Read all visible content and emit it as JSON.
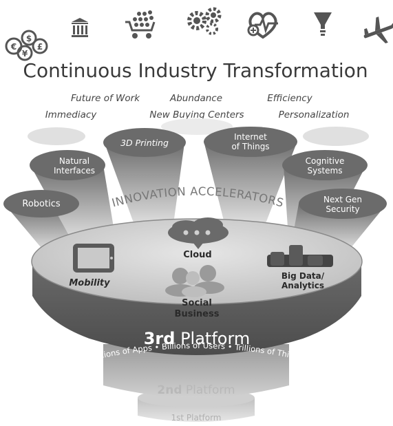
{
  "title": "Continuous Industry Transformation",
  "icons": [
    "currency-icon",
    "bank-icon",
    "shopping-cart-icon",
    "gears-icon",
    "health-heart-icon",
    "lightbulb-icon",
    "airplane-icon"
  ],
  "trends": {
    "future_of_work": "Future of Work",
    "abundance": "Abundance",
    "efficiency": "Efficiency",
    "immediacy": "Immediacy",
    "new_buying_centers": "New Buying Centers",
    "personalization": "Personalization"
  },
  "accelerators_banner": "INNOVATION ACCELERATORS",
  "accelerators": {
    "robotics": "Robotics",
    "natural_interfaces_1": "Natural",
    "natural_interfaces_2": "Interfaces",
    "printing_3d": "3D Printing",
    "iot_1": "Internet",
    "iot_2": "of Things",
    "cognitive_1": "Cognitive",
    "cognitive_2": "Systems",
    "security_1": "Next Gen",
    "security_2": "Security"
  },
  "pillars": {
    "mobility": "Mobility",
    "cloud": "Cloud",
    "big_data_1": "Big Data/",
    "big_data_2": "Analytics",
    "social_1": "Social",
    "social_2": "Business"
  },
  "platform3": {
    "bold": "3rd",
    "rest": "Platform",
    "subtitle": "Millions of Apps • Billions of Users • Trillions of Things"
  },
  "platform2": {
    "bold": "2nd",
    "rest": "Platform"
  },
  "platform1": {
    "label": "1st Platform"
  },
  "colors": {
    "ink": "#3a3a3a",
    "dark_band": "#5a5a5a",
    "mid_gray": "#8c8c8c",
    "light_gray": "#d9d9d9",
    "disc_top": "#c8c8c8"
  }
}
